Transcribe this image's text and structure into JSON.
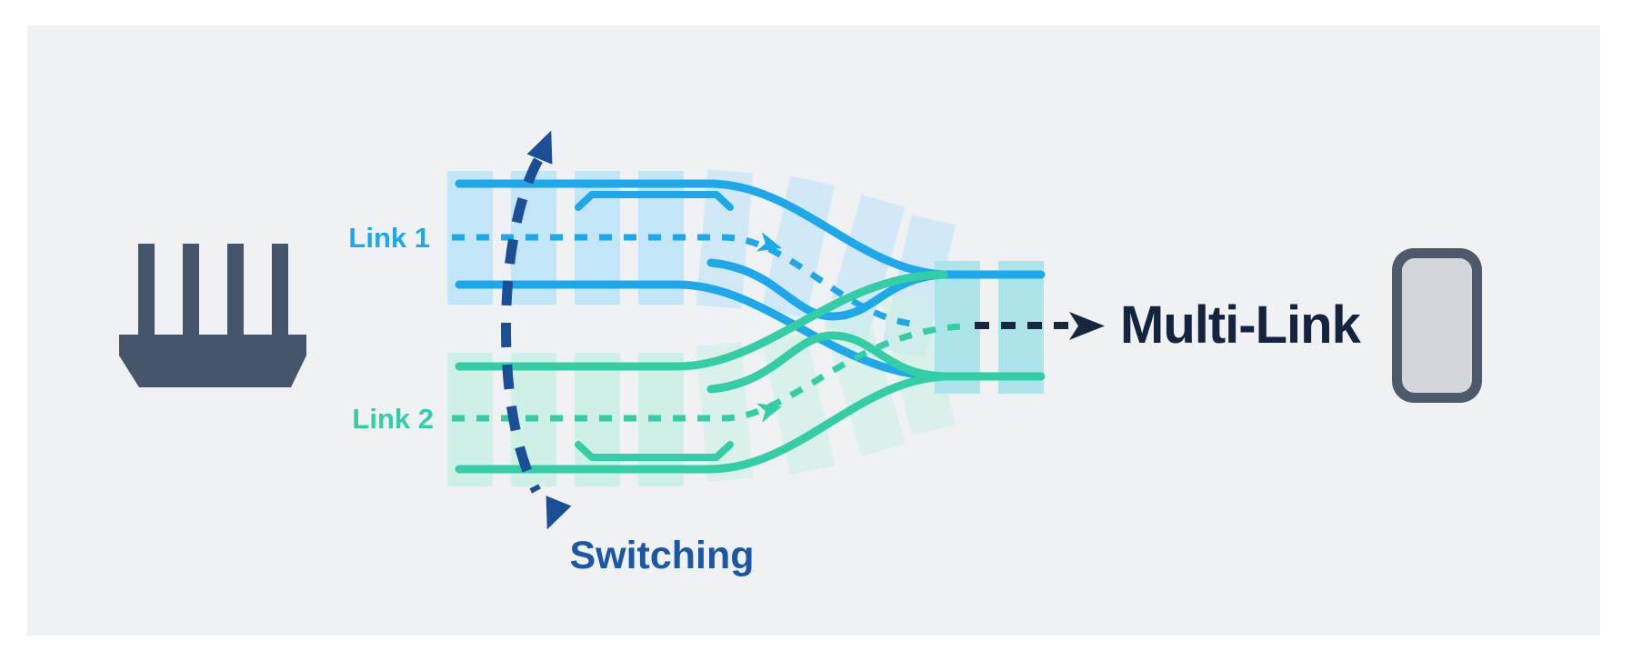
{
  "diagram": {
    "title": "Multi-Link switching illustration",
    "background_color": "#F0F1F3",
    "labels": {
      "link1": "Link 1",
      "link2": "Link 2",
      "switching": "Switching",
      "multilink": "Multi-Link"
    },
    "colors": {
      "link1": "#1CA8EA",
      "link1_tie": "#C2E5F7",
      "link2": "#33CEA6",
      "link2_tie": "#CFF0E6",
      "merged_tie": "#A6E3E9",
      "navy_arrow": "#15283E",
      "multilink_text": "#14243E",
      "switching_text": "#1B57A5",
      "switching_arc": "#1A4E96",
      "router": "#46566A",
      "phone_frame": "#4D5A6B",
      "phone_screen": "#D3D7DB"
    },
    "icons": {
      "left_device": "router-icon",
      "right_device": "phone-icon",
      "flow_arrow": "right-arrow-icon",
      "switch_arrow": "double-headed-curved-arrow-icon"
    }
  }
}
